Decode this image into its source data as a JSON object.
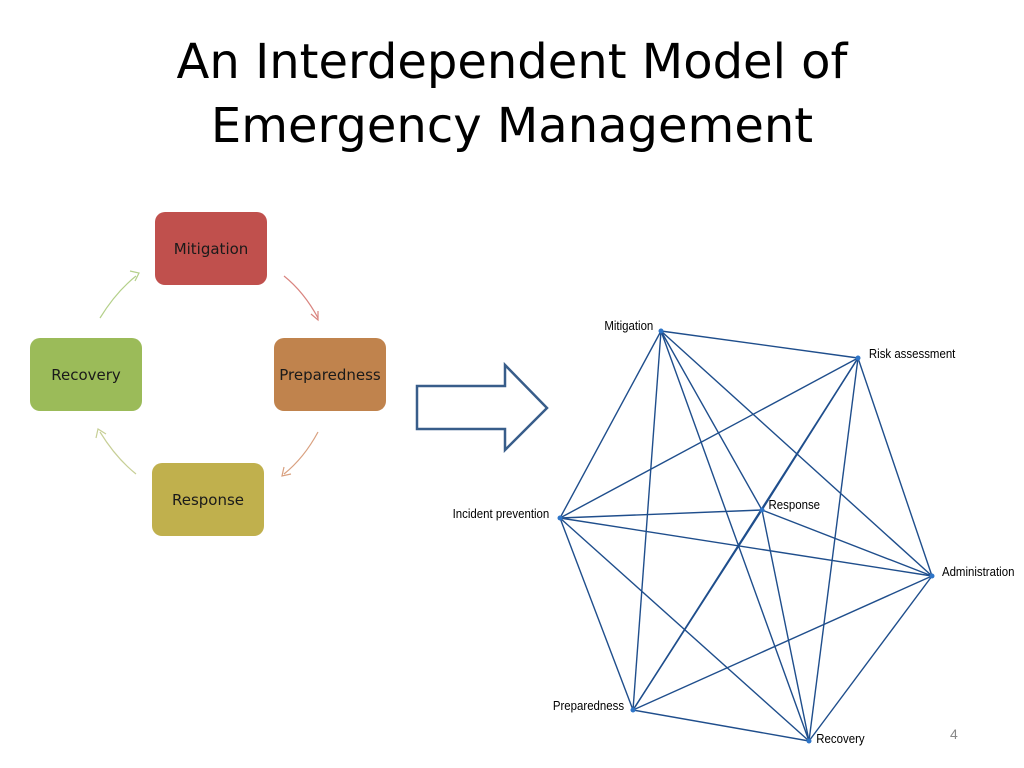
{
  "title": {
    "line1": "An Interdependent Model of",
    "line2": "Emergency Management"
  },
  "cycle": {
    "boxes": [
      {
        "id": "mitigation",
        "label": "Mitigation",
        "color": "#c0504d"
      },
      {
        "id": "preparedness",
        "label": "Preparedness",
        "color": "#c0834d"
      },
      {
        "id": "response",
        "label": "Response",
        "color": "#c0b04d"
      },
      {
        "id": "recovery",
        "label": "Recovery",
        "color": "#9bbb59"
      }
    ],
    "arrow_colors": [
      "#d9847f",
      "#d9a07f",
      "#c7cf96",
      "#b4d08a"
    ]
  },
  "transition_arrow": {
    "stroke": "#385d8a",
    "fill": "#ffffff"
  },
  "network": {
    "line_color": "#1f4e8c",
    "nodes": [
      {
        "id": "mitigation",
        "label": "Mitigation"
      },
      {
        "id": "risk",
        "label": "Risk assessment"
      },
      {
        "id": "response",
        "label": "Response"
      },
      {
        "id": "incident",
        "label": "Incident prevention"
      },
      {
        "id": "administration",
        "label": "Administration"
      },
      {
        "id": "preparedness",
        "label": "Preparedness"
      },
      {
        "id": "recovery",
        "label": "Recovery"
      }
    ],
    "edges": [
      [
        "mitigation",
        "risk"
      ],
      [
        "mitigation",
        "incident"
      ],
      [
        "mitigation",
        "response"
      ],
      [
        "mitigation",
        "administration"
      ],
      [
        "mitigation",
        "preparedness"
      ],
      [
        "mitigation",
        "recovery"
      ],
      [
        "risk",
        "incident"
      ],
      [
        "risk",
        "response"
      ],
      [
        "risk",
        "administration"
      ],
      [
        "risk",
        "preparedness"
      ],
      [
        "risk",
        "recovery"
      ],
      [
        "incident",
        "response"
      ],
      [
        "incident",
        "administration"
      ],
      [
        "incident",
        "preparedness"
      ],
      [
        "incident",
        "recovery"
      ],
      [
        "response",
        "administration"
      ],
      [
        "response",
        "preparedness"
      ],
      [
        "response",
        "recovery"
      ],
      [
        "administration",
        "preparedness"
      ],
      [
        "administration",
        "recovery"
      ],
      [
        "preparedness",
        "recovery"
      ]
    ]
  },
  "page_number": "4"
}
